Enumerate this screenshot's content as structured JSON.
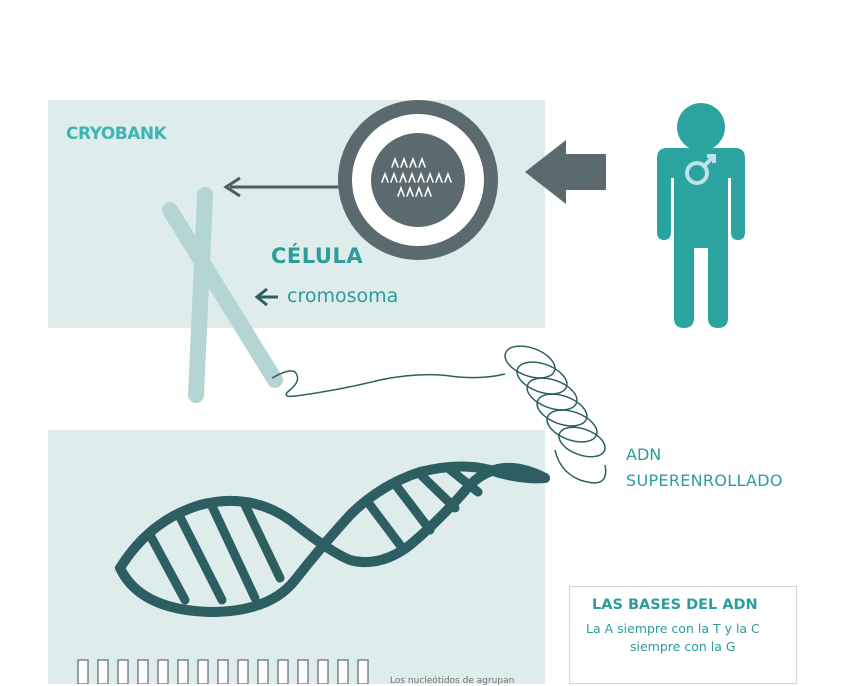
{
  "brand": {
    "logo": "CRYOBANK"
  },
  "cell": {
    "label": "CÉLULA"
  },
  "chromosome": {
    "label": "cromosoma"
  },
  "dna": {
    "label_line1": "ADN",
    "label_line2": "SUPERENROLLADO"
  },
  "bases": {
    "title": "LAS BASES DEL ADN",
    "subtitle_line1": "La A siempre con la T y la C",
    "subtitle_line2": "siempre con la G"
  },
  "nucleotides": {
    "caption": "Los nucleótidos de agrupan"
  },
  "colors": {
    "teal": "#2c9d9a",
    "slate": "#5b6a6f",
    "panel": "#deecec",
    "dark_teal": "#2d5e62"
  }
}
